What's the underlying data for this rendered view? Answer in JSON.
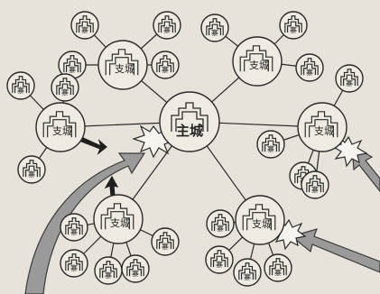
{
  "diagram": {
    "center_label": "主城",
    "branch_label": "支城",
    "fort_label": "寨",
    "colors": {
      "background": "#e8e3da",
      "node_fill": "#efebe3",
      "stroke": "#2a2a2a",
      "attack_arrow": "#9a9a9a"
    },
    "icons": [
      "castle-gate-icon",
      "attack-arrow-icon",
      "burst-icon"
    ]
  }
}
